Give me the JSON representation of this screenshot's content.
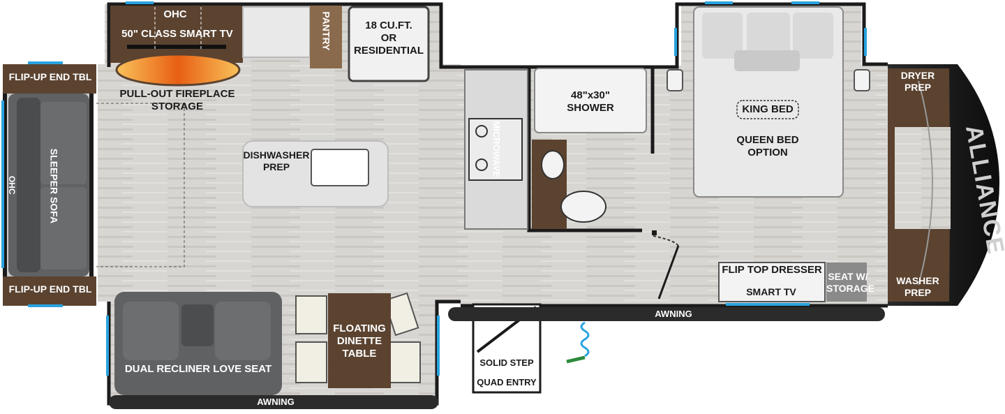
{
  "rooms": {
    "living": {
      "tv_label": "50\" CLASS SMART TV",
      "tv_ohc": "OHC",
      "fireplace_label": "PULL-OUT FIREPLACE\nSTORAGE",
      "end_table_top": "FLIP-UP END TBL",
      "end_table_bottom": "FLIP-UP END TBL",
      "sofa_label": "SLEEPER SOFA",
      "sofa_ohc": "OHC",
      "recliner_label": "DUAL RECLINER LOVE SEAT"
    },
    "kitchen": {
      "pantry_label": "PANTRY",
      "fridge_label": "18 CU.FT.\nOR\nRESIDENTIAL",
      "dishwasher_label": "DISHWASHER\nPREP",
      "microwave_label": "MICROWAVE",
      "dinette_label": "FLOATING\nDINETTE\nTABLE"
    },
    "bath": {
      "shower_label": "48\"x30\"\nSHOWER"
    },
    "bedroom": {
      "king_bed_label": "KING BED",
      "queen_option_label": "QUEEN BED\nOPTION",
      "dresser_label": "FLIP TOP DRESSER",
      "smart_tv_label": "SMART TV",
      "seat_label": "SEAT W/\nSTORAGE",
      "dryer_label": "DRYER\nPREP",
      "washer_label": "WASHER\nPREP"
    },
    "entry": {
      "step_label": "SOLID STEP",
      "quad_label": "QUAD ENTRY"
    }
  },
  "awnings": {
    "bottom_left": "AWNING",
    "bottom_right": "AWNING"
  },
  "brand": "ALLIANCE",
  "colors": {
    "wall": "#1b1b1b",
    "floor": "#d9d7d3",
    "cabinet_brown": "#5b4330",
    "bed_gray": "#e9e9ea",
    "accent_blue": "#29a3e0",
    "fireplace_orange": "#f08a1c"
  }
}
